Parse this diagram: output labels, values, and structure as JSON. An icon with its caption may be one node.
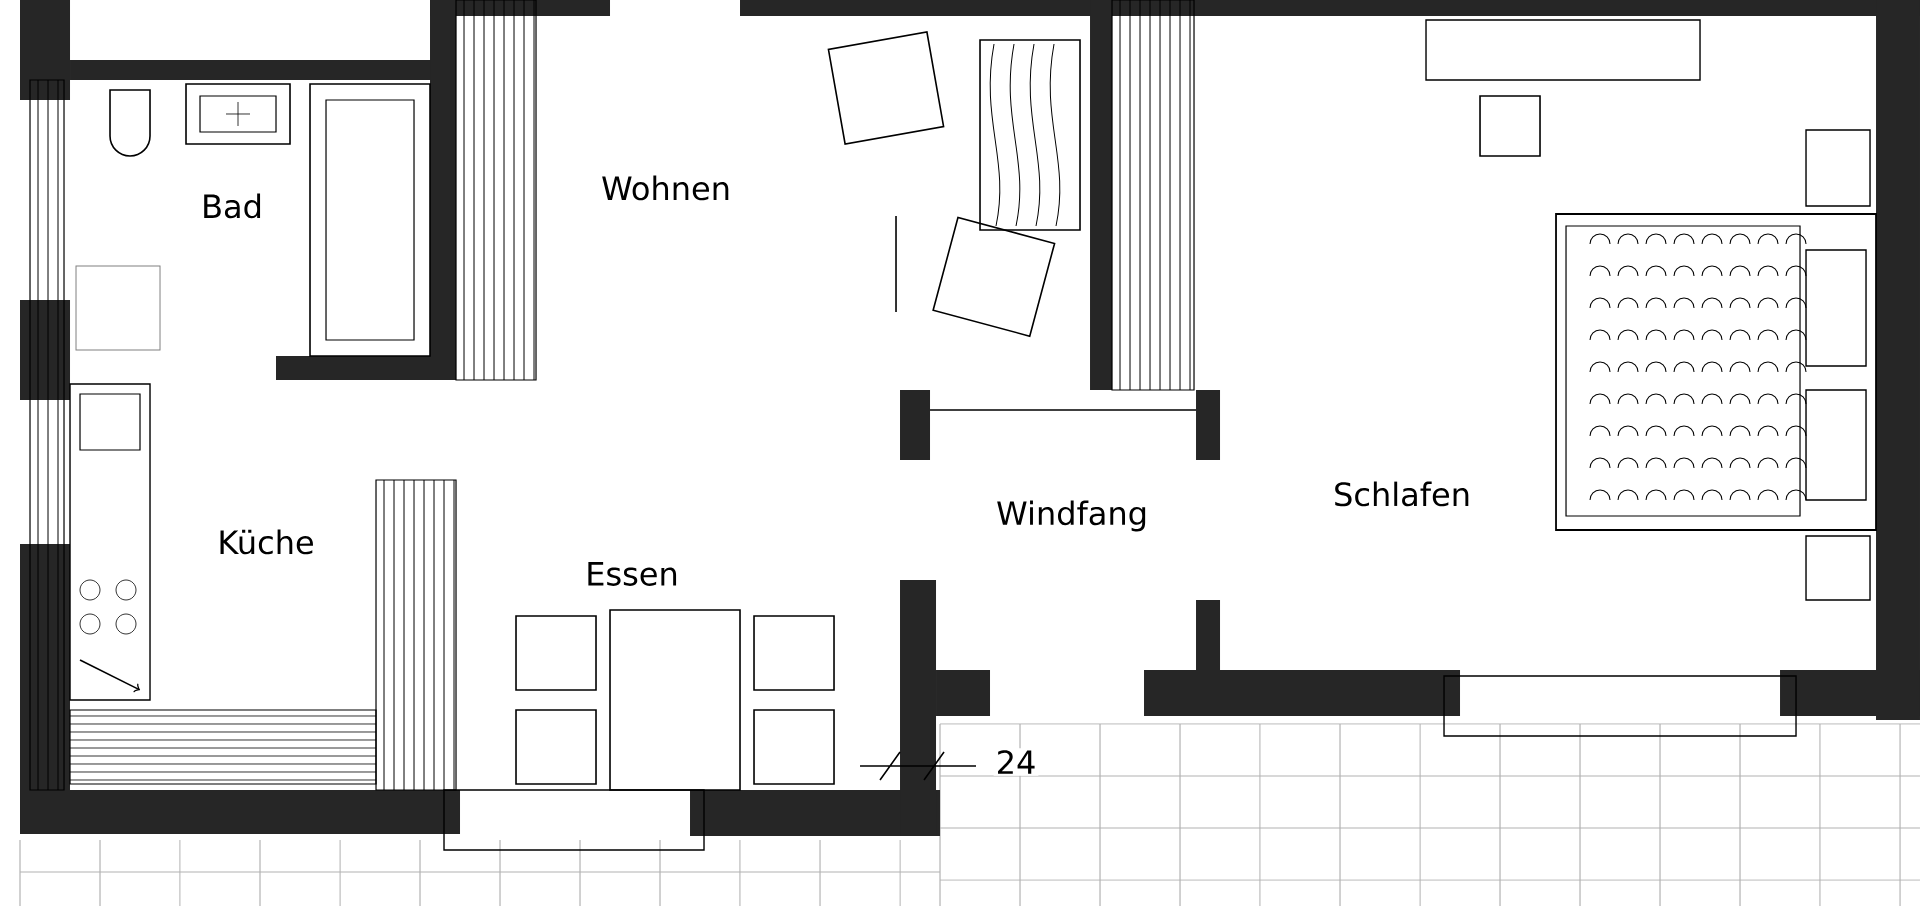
{
  "diagram": {
    "labels": [
      "Bad",
      "Wohnen",
      "Windfang",
      "Schlafen",
      "Küche",
      "Essen",
      "24"
    ]
  }
}
